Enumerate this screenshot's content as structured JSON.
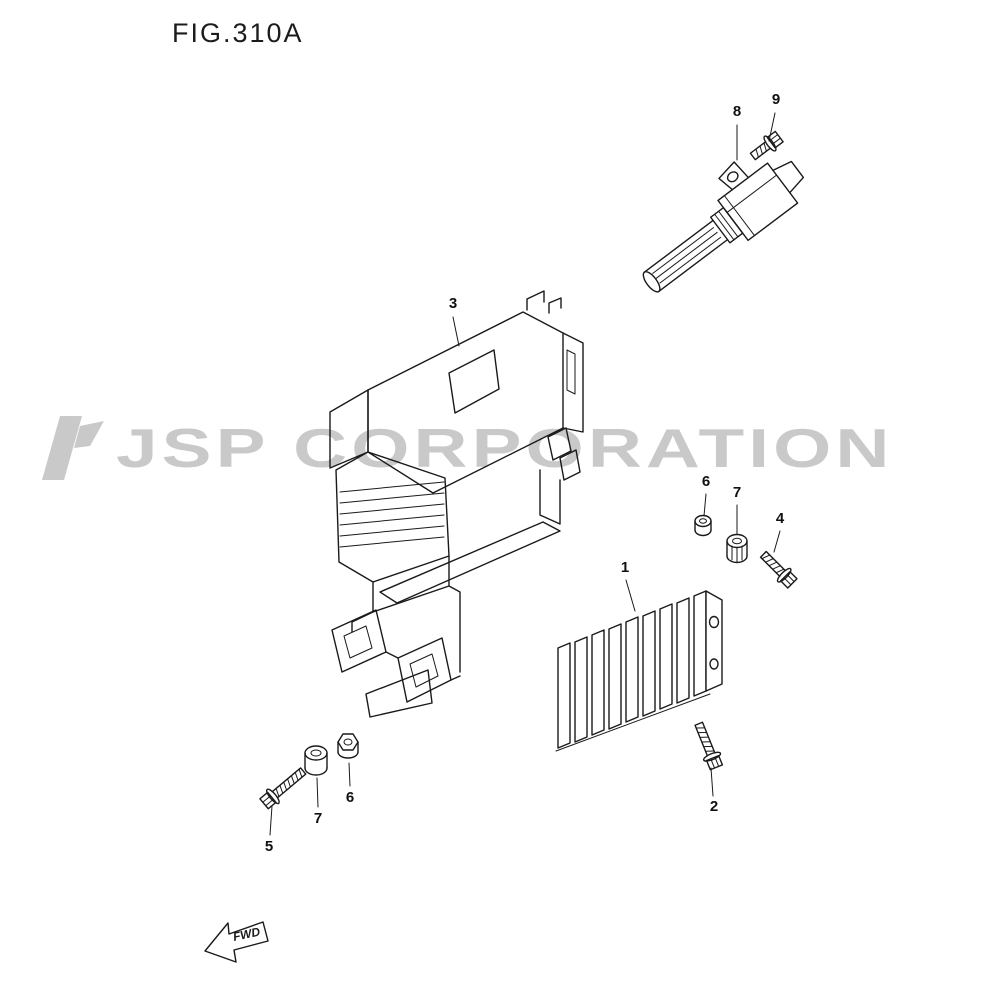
{
  "title": "FIG.310A",
  "watermark": {
    "text": "JSP CORPORATION"
  },
  "fwd_label": "FWD",
  "colors": {
    "line": "#1a1a1a",
    "watermark_gray": "#c9c9c9"
  },
  "callouts": [
    {
      "part": "8"
    },
    {
      "part": "9"
    },
    {
      "part": "3"
    },
    {
      "part": "6"
    },
    {
      "part": "7"
    },
    {
      "part": "4"
    },
    {
      "part": "1"
    },
    {
      "part": "2"
    },
    {
      "part": "5"
    },
    {
      "part": "7"
    },
    {
      "part": "6"
    }
  ]
}
